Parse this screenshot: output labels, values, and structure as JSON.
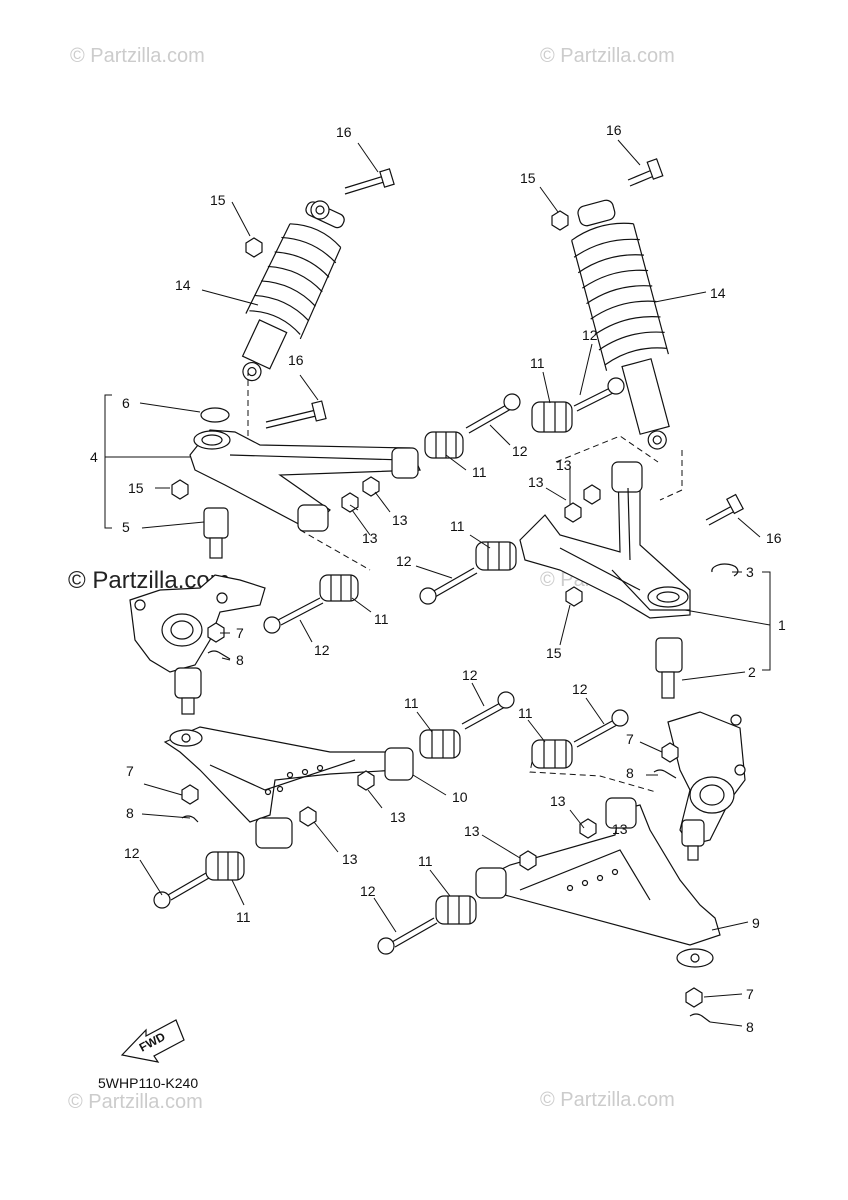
{
  "watermarks": {
    "top_left": "© Partzilla.com",
    "top_right": "© Partzilla.com",
    "mid_left": "© Partzilla.com",
    "mid_center": "© Partzilla.com",
    "bottom_left": "© Partzilla.com",
    "bottom_right": "© Partzilla.com"
  },
  "diagram_code": "5WHP110-K240",
  "fwd_label": "FWD",
  "callouts": {
    "c1": "1",
    "c2": "2",
    "c3": "3",
    "c4": "4",
    "c5": "5",
    "c6": "6",
    "c7a": "7",
    "c7b": "7",
    "c7c": "7",
    "c7d": "7",
    "c8a": "8",
    "c8b": "8",
    "c8c": "8",
    "c8d": "8",
    "c9": "9",
    "c10": "10",
    "c11a": "11",
    "c11b": "11",
    "c11c": "11",
    "c11d": "11",
    "c11e": "11",
    "c11f": "11",
    "c11g": "11",
    "c11h": "11",
    "c12a": "12",
    "c12b": "12",
    "c12c": "12",
    "c12d": "12",
    "c12e": "12",
    "c12f": "12",
    "c12g": "12",
    "c12h": "12",
    "c13a": "13",
    "c13b": "13",
    "c13c": "13",
    "c13d": "13",
    "c13e": "13",
    "c13f": "13",
    "c13g": "13",
    "c13h": "13",
    "c13i": "13",
    "c14a": "14",
    "c14b": "14",
    "c15a": "15",
    "c15b": "15",
    "c15c": "15",
    "c15d": "15",
    "c16a": "16",
    "c16b": "16",
    "c16c": "16",
    "c16d": "16"
  }
}
